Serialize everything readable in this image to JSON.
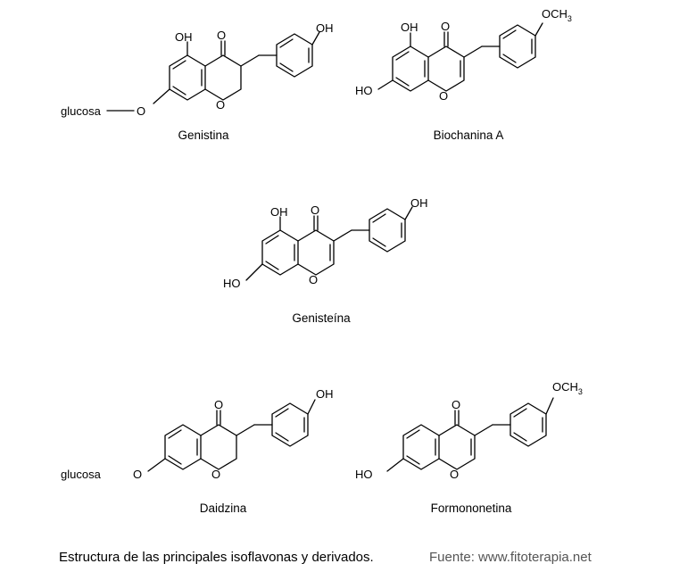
{
  "compounds": [
    {
      "name": "Genistina"
    },
    {
      "name": "Biochanina  A"
    },
    {
      "name": "Genisteína"
    },
    {
      "name": "Daidzina"
    },
    {
      "name": "Formononetina"
    }
  ],
  "labels": {
    "oh": "OH",
    "ho": "HO",
    "o": "O",
    "och": "OCH",
    "sub3": "3",
    "glucosa": "glucosa"
  },
  "caption": "Estructura de las principales isoflavonas y derivados.",
  "source": "Fuente: www.fitoterapia.net"
}
